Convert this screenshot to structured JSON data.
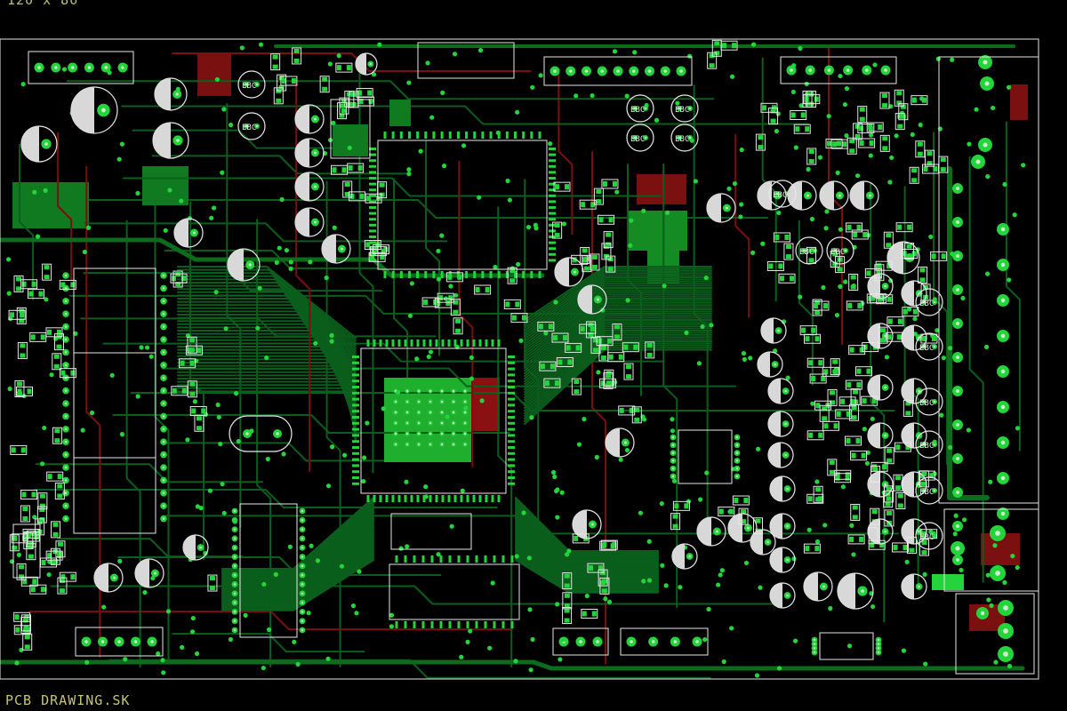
{
  "view": {
    "dimension_label": "120 x 80",
    "drawing_label": "PCB DRAWING.SK",
    "component_marking": "EBC"
  },
  "colors": {
    "background": "#000000",
    "board_outline": "#e6e6e6",
    "copper_top": "#0b5e1c",
    "copper_top_bright": "#1fae2e",
    "copper_bottom": "#7a1010",
    "pad": "#24d43b",
    "pad_hole": "#cfeecf",
    "silkscreen": "#e8e8e8"
  },
  "layers": [
    "top-copper",
    "bottom-copper",
    "silkscreen",
    "pads"
  ]
}
